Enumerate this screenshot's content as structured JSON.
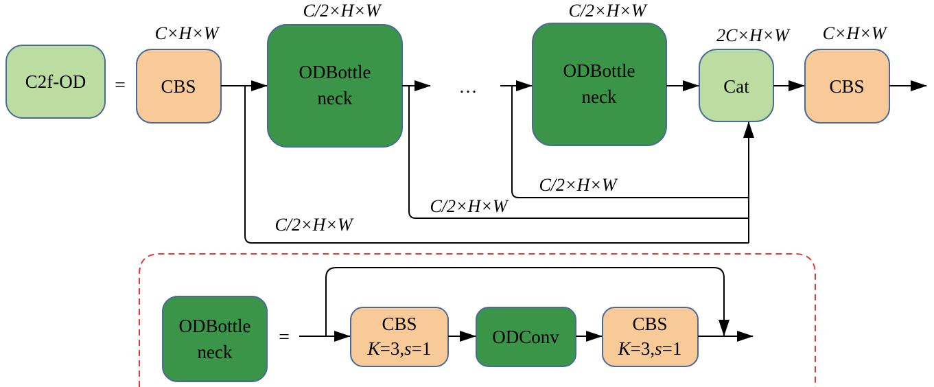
{
  "colors": {
    "light_green": "#bbdda2",
    "orange": "#f8ca98",
    "dark_green": "#3a9548",
    "box_border": "#4a6a9a",
    "dashed_border": "#e53935",
    "line": "#000000"
  },
  "top": {
    "module": {
      "label": "C2f-OD"
    },
    "equals": "=",
    "cbs_in": {
      "label": "CBS",
      "dim": "C×H×W"
    },
    "bottleneck1": {
      "line1": "ODBottle",
      "line2": "neck",
      "dim": "C/2×H×W"
    },
    "ellipsis": "…",
    "bottleneck2": {
      "line1": "ODBottle",
      "line2": "neck",
      "dim": "C/2×H×W"
    },
    "cat": {
      "label": "Cat",
      "dim": "2C×H×W"
    },
    "cbs_out": {
      "label": "CBS",
      "dim": "C×H×W"
    },
    "branch_labels": [
      "C/2×H×W",
      "C/2×H×W",
      "C/2×H×W"
    ]
  },
  "bottom": {
    "module": {
      "line1": "ODBottle",
      "line2": "neck"
    },
    "equals": "=",
    "cbs1": {
      "label": "CBS",
      "param_k": "K",
      "param_k_val": "=3,",
      "param_s": "s",
      "param_s_val": "=1"
    },
    "odconv": {
      "label": "ODConv"
    },
    "cbs2": {
      "label": "CBS",
      "param_k": "K",
      "param_k_val": "=3,",
      "param_s": "s",
      "param_s_val": "=1"
    }
  }
}
